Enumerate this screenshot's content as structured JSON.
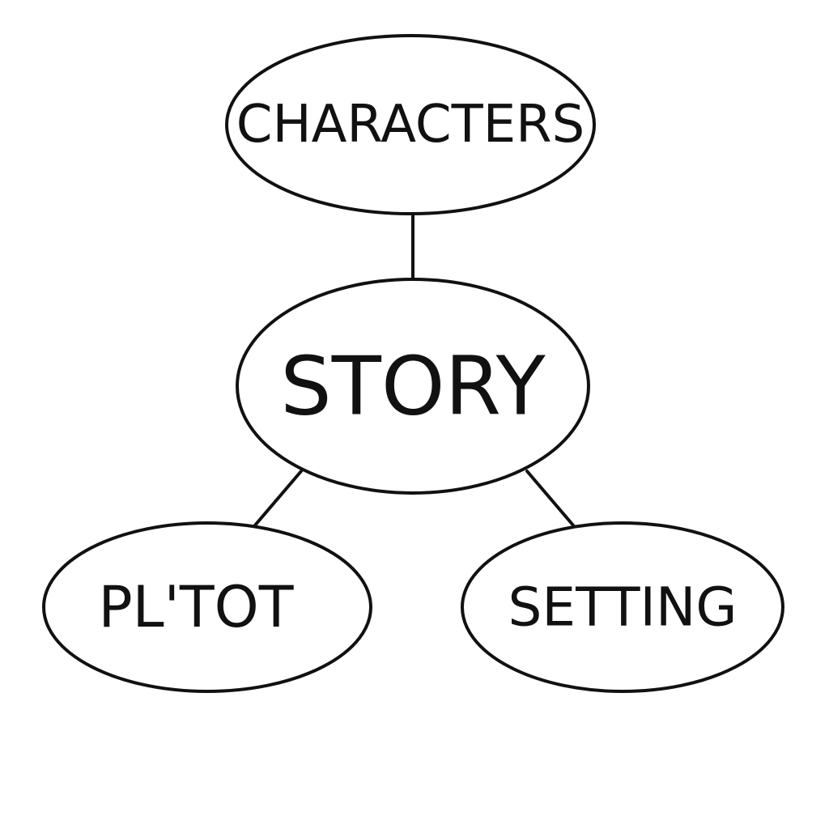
{
  "diagram": {
    "nodes": {
      "characters": {
        "label": "CHARACTERS"
      },
      "story": {
        "label": "STORY"
      },
      "plot": {
        "label": "PL'TOT"
      },
      "setting": {
        "label": "SETTING"
      }
    },
    "colors": {
      "stroke": "#111111",
      "background": "#ffffff"
    }
  }
}
